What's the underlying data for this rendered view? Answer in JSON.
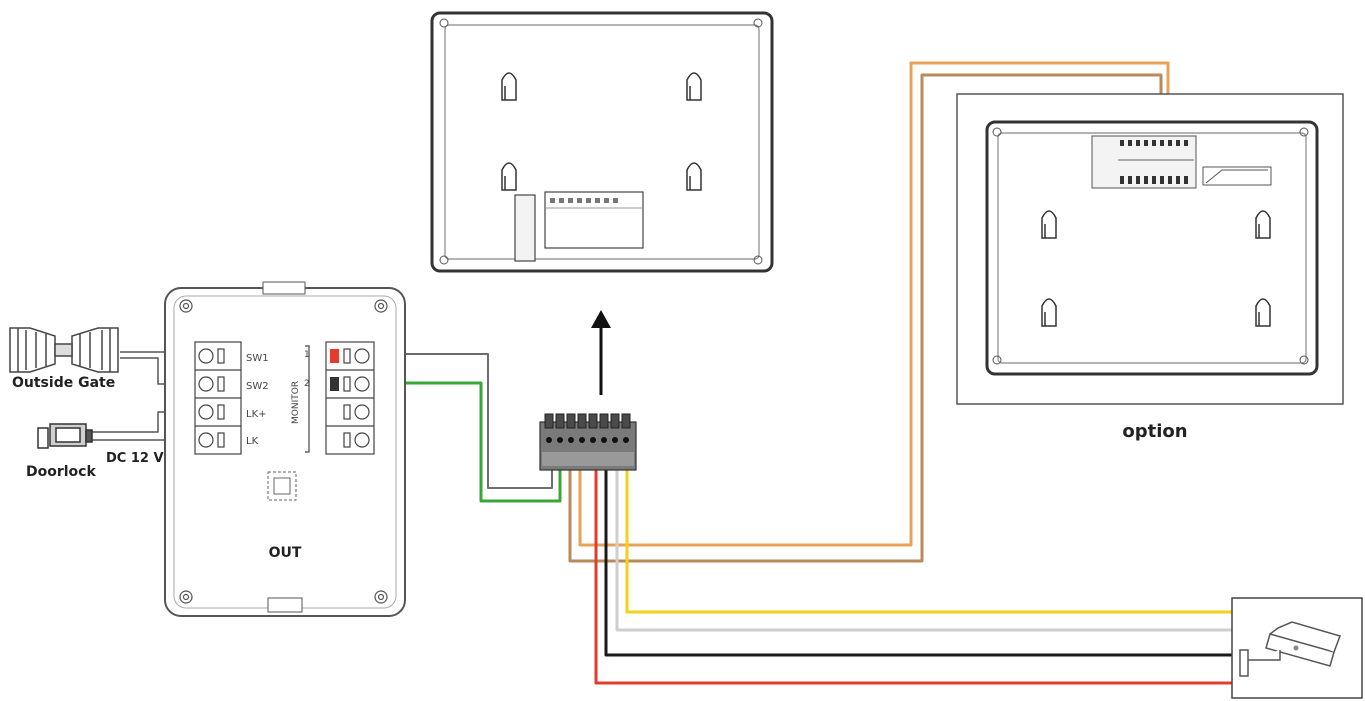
{
  "labels": {
    "outside_gate": "Outside Gate",
    "doorlock": "Doorlock",
    "dc": "DC 12 V",
    "out": "OUT",
    "option": "option"
  },
  "terminals": {
    "sw1": "SW1",
    "sw2": "SW2",
    "lk_plus": "LK+",
    "lk": "LK",
    "monitor": "MONITOR",
    "ch1": "1",
    "ch2": "2"
  },
  "colors": {
    "red": "#e23c2e",
    "black": "#1a1a1a",
    "white": "#cfcfcf",
    "yellow": "#f2d21b",
    "orange": "#e8a35a",
    "brown": "#b98b5b",
    "green": "#3aa63a",
    "gray": "#6d6d6d",
    "outline": "#444444"
  }
}
